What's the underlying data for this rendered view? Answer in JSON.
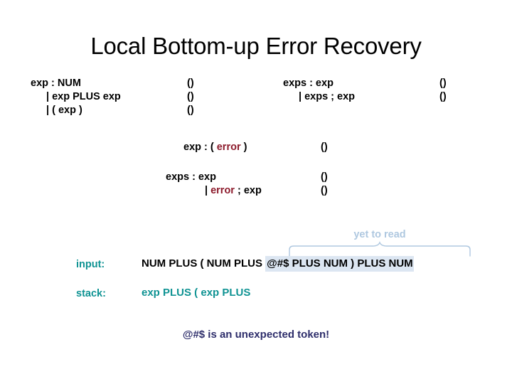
{
  "slide": {
    "title": "Local Bottom-up Error Recovery"
  },
  "grammar": {
    "exp_block": {
      "line1": "exp : NUM",
      "line2": "| exp PLUS exp",
      "line3": "| ( exp )",
      "action1": "()",
      "action2": "()",
      "action3": "()"
    },
    "exps_block": {
      "line1": "exps : exp",
      "line2": "| exps ; exp",
      "action1": "()",
      "action2": "()"
    },
    "exp_error_rule": {
      "prefix": "exp : ( ",
      "error_token": "error",
      "suffix": " )",
      "action": "()"
    },
    "exps_error_rule": {
      "line1": "exps : exp",
      "line2_prefix": "| ",
      "line2_error_token": "error",
      "line2_suffix": " ; exp",
      "action1": "()",
      "action2": "()"
    }
  },
  "annotation": {
    "yet_to_read": "yet to read"
  },
  "trace": {
    "input_label": "input:",
    "input_prefix": "NUM PLUS ( NUM PLUS ",
    "input_highlighted": "@#$ PLUS NUM ) PLUS NUM",
    "stack_label": "stack:",
    "stack_value": "exp PLUS ( exp PLUS"
  },
  "message": {
    "text": "@#$ is an unexpected token!"
  },
  "colors": {
    "error_token": "#8C1A2B",
    "teal": "#0F9393",
    "annotation_blue": "#AFC8E0",
    "highlight_band": "#DCE6F2",
    "message_navy": "#2E2E6B"
  }
}
